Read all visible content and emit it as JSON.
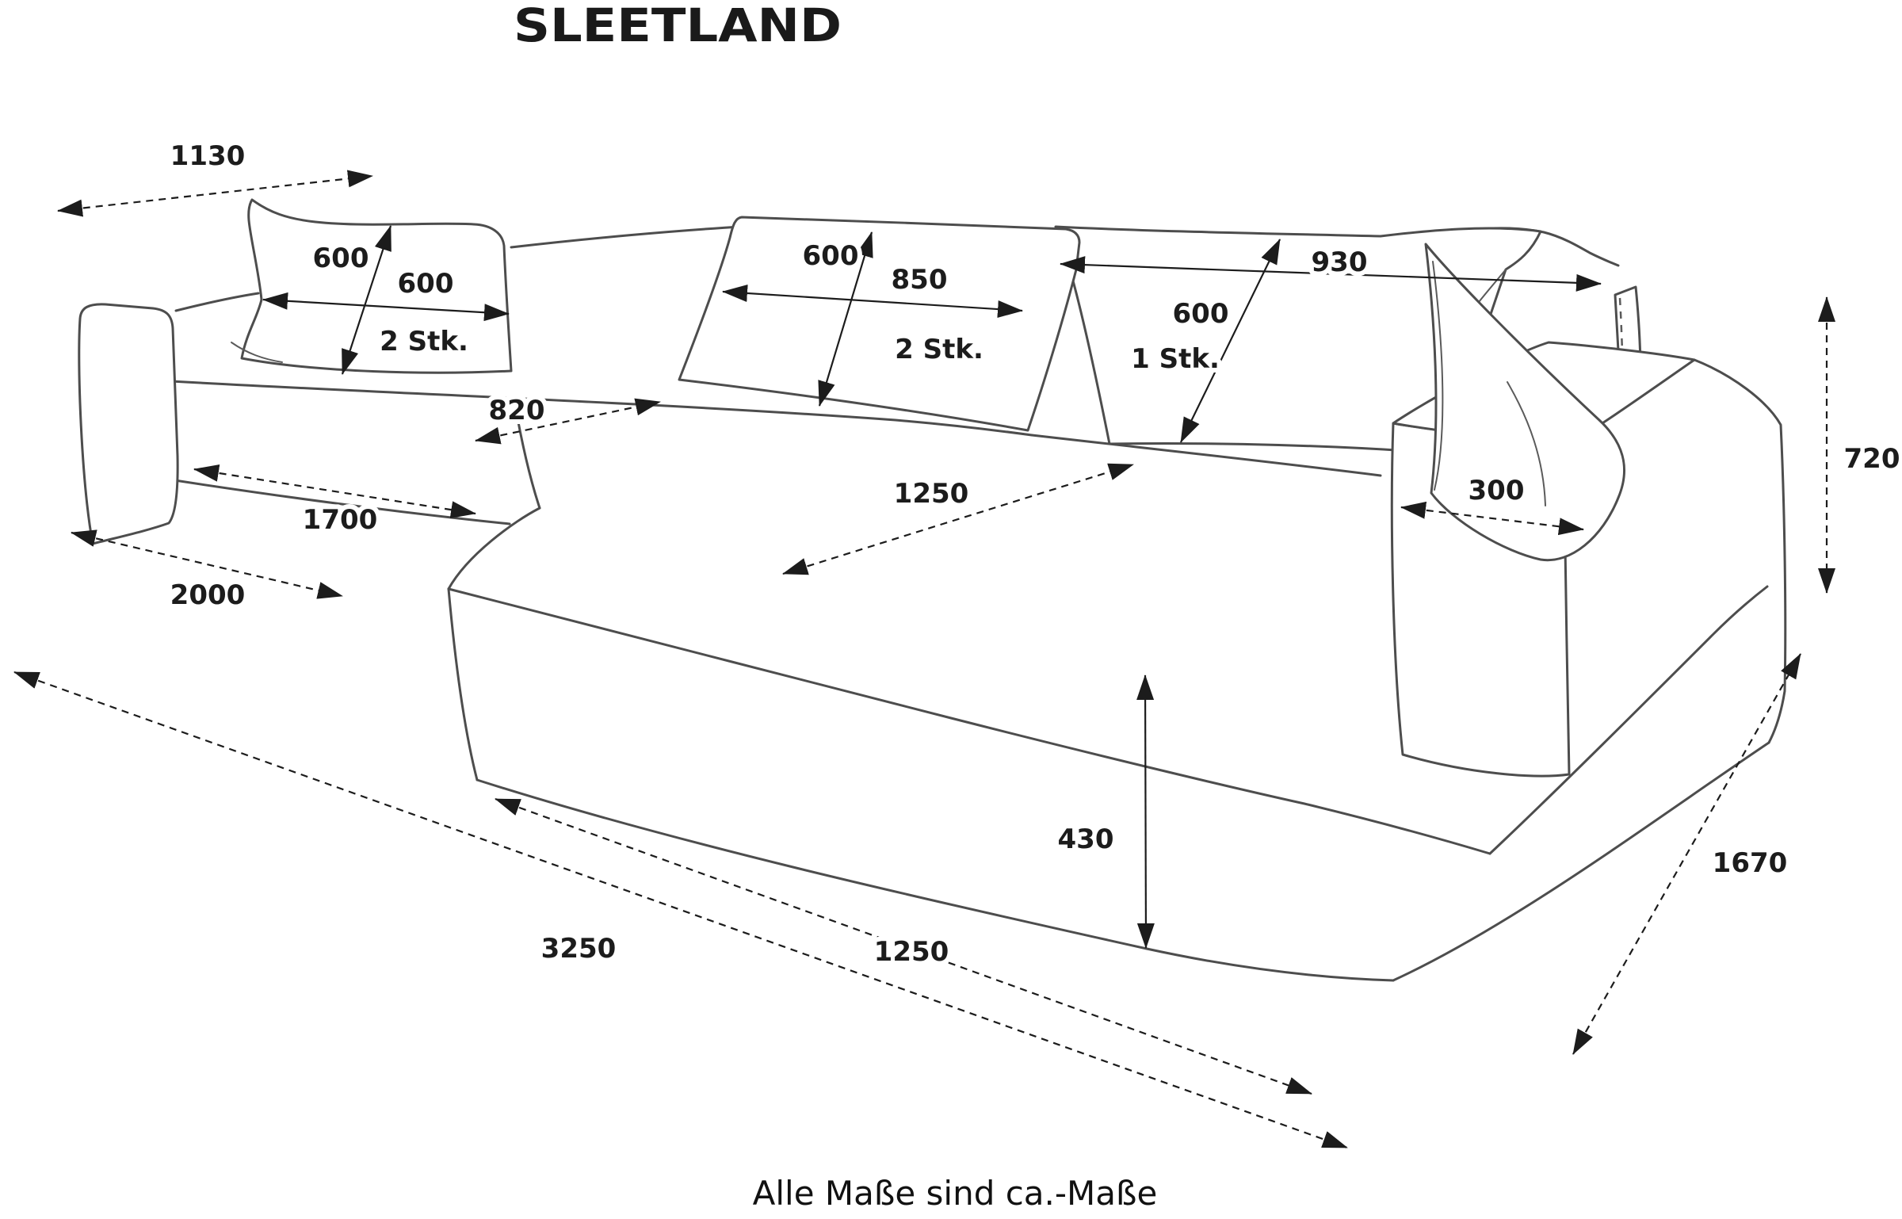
{
  "title": "SLEETLAND",
  "footer_note": "Alle Maße sind ca.-Maße",
  "colors": {
    "ink": "#1c1c1c",
    "sketch_line": "#4d4d4d",
    "background": "#ffffff"
  },
  "pillows": [
    {
      "height": "600",
      "width": "600",
      "qty": "2 Stk."
    },
    {
      "height": "600",
      "width": "850",
      "qty": "2 Stk."
    },
    {
      "height": "600",
      "width": "930",
      "qty": "1 Stk."
    }
  ],
  "dimensions": {
    "diagonal_back_left": "1130",
    "seat_depth": "820",
    "left_base_width": "1700",
    "left_section_width": "2000",
    "back_section_right_width": "930",
    "armrest_top_depth": "300",
    "total_height": "720",
    "chaise_seat_width": "1250",
    "seat_height": "430",
    "total_depth": "1670",
    "total_width": "3250",
    "chaise_base_width": "1250"
  }
}
